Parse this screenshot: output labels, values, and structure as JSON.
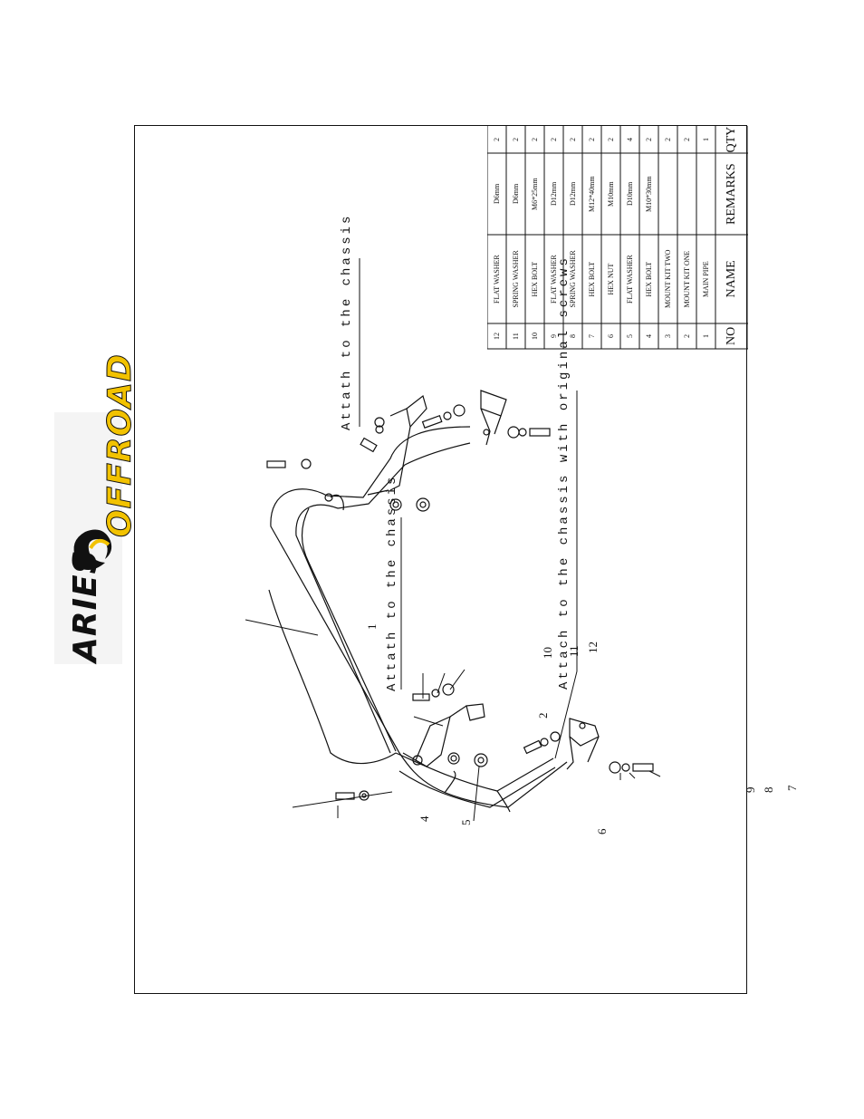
{
  "logo": {
    "brand_left": "ARIES",
    "brand_right": "OFFROAD"
  },
  "notes": {
    "top": "Attath to the chassis",
    "middle": "Attath to the chassis",
    "right": "Attach to the chassis with original screws"
  },
  "callouts": [
    "1",
    "2",
    "4",
    "5",
    "6",
    "7",
    "8",
    "9",
    "10",
    "11",
    "12"
  ],
  "parts_table": {
    "headers": {
      "no": "NO",
      "name": "NAME",
      "remarks": "REMARKS",
      "qty": "QTY"
    },
    "rows": [
      {
        "no": "12",
        "name": "FLAT WASHER",
        "remarks": "D6mm",
        "qty": "2"
      },
      {
        "no": "11",
        "name": "SPRING WASHER",
        "remarks": "D6mm",
        "qty": "2"
      },
      {
        "no": "10",
        "name": "HEX BOLT",
        "remarks": "M6*25mm",
        "qty": "2"
      },
      {
        "no": "9",
        "name": "FLAT WASHER",
        "remarks": "D12mm",
        "qty": "2"
      },
      {
        "no": "8",
        "name": "SPRING WASHER",
        "remarks": "D12mm",
        "qty": "2"
      },
      {
        "no": "7",
        "name": "HEX BOLT",
        "remarks": "M12*40mm",
        "qty": "2"
      },
      {
        "no": "6",
        "name": "HEX NUT",
        "remarks": "M10mm",
        "qty": "2"
      },
      {
        "no": "5",
        "name": "FLAT WASHER",
        "remarks": "D10mm",
        "qty": "4"
      },
      {
        "no": "4",
        "name": "HEX BOLT",
        "remarks": "M10*30mm",
        "qty": "2"
      },
      {
        "no": "3",
        "name": "MOUNT KIT TWO",
        "remarks": "",
        "qty": "2"
      },
      {
        "no": "2",
        "name": "MOUNT KIT ONE",
        "remarks": "",
        "qty": "2"
      },
      {
        "no": "1",
        "name": "MAIN PIPE",
        "remarks": "",
        "qty": "1"
      }
    ]
  },
  "colors": {
    "line": "#111111",
    "logo_yellow": "#f2c200",
    "logo_black": "#111111"
  }
}
